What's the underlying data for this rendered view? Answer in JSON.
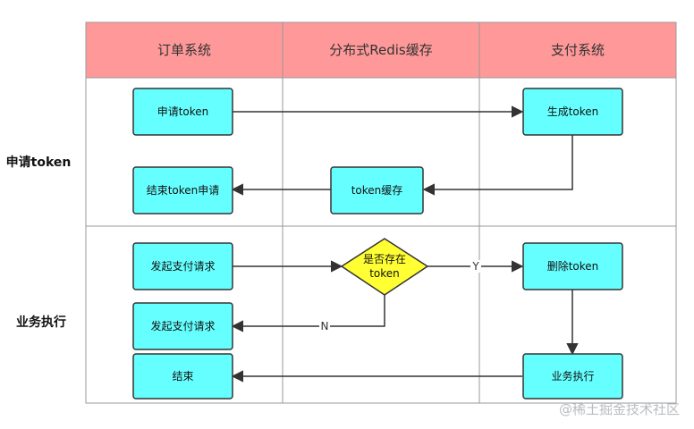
{
  "colors": {
    "header_fill": "#ff9999",
    "process_fill": "#66ffff",
    "decision_fill": "#ffff33",
    "stroke": "#333333",
    "grid": "#999999"
  },
  "columns": [
    "订单系统",
    "分布式Redis缓存",
    "支付系统"
  ],
  "rows": [
    "申请token",
    "业务执行"
  ],
  "nodes": {
    "apply_token": "申请token",
    "generate_token": "生成token",
    "token_cache": "token缓存",
    "end_apply": "结束token申请",
    "pay_request_1": "发起支付请求",
    "exists_token_line1": "是否存在",
    "exists_token_line2": "token",
    "delete_token": "删除token",
    "pay_request_2": "发起支付请求",
    "business_exec": "业务执行",
    "end": "结束"
  },
  "edges": {
    "yes_label": "Y",
    "no_label": "N"
  },
  "watermark": "@稀土掘金技术社区"
}
